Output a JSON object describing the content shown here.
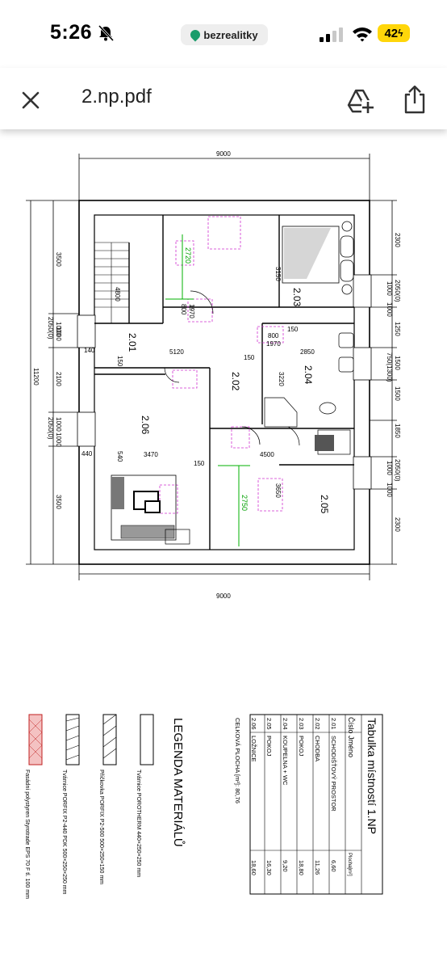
{
  "status": {
    "time": "5:26",
    "site": "bezrealitky",
    "battery": "42"
  },
  "app_bar": {
    "file_name": "2.np.pdf"
  },
  "plan": {
    "dims": {
      "top": "9000",
      "bottom": "9000",
      "left_total": "11200",
      "left": [
        "3500",
        "1000",
        "2050(0)",
        "1000",
        "2100",
        "1000",
        "2050(0)",
        "1000",
        "3500"
      ],
      "right": [
        "2300",
        "1000",
        "2050(0)",
        "1000",
        "1250",
        "1500",
        "750(1300)",
        "1500",
        "1850",
        "1000",
        "2050(0)",
        "1000",
        "2300"
      ]
    },
    "labels": {
      "d3150": "3150",
      "d4800": "4800",
      "d5120": "5120",
      "d2850": "2850",
      "d3220": "3220",
      "d3470": "3470",
      "d4500": "4500",
      "d3650": "3650",
      "d150": "150",
      "d140": "140",
      "d440": "440",
      "d540": "540",
      "d2720": "2720",
      "d2750": "2750",
      "d800": "800",
      "d1970": "1970"
    },
    "rooms": {
      "r201": "2.01",
      "r202": "2.02",
      "r203": "2.03",
      "r204": "2.04",
      "r205": "2.05",
      "r206": "2.06"
    }
  },
  "legend": {
    "title": "LEGENDA MATERIÁLŮ",
    "items": [
      "Tvárnice POROTHERM 440×250×250 mm",
      "Příčkovka PORFIX P2-500 500×250×150 mm",
      "Tvárnice PORFIX P2-440 PDK 500×250×250 mm",
      "Fasádní polystyren Styrotrade EPS 70 F tl. 100 mm"
    ]
  },
  "room_table": {
    "title": "Tabulka místností 1.NP",
    "headers": [
      "Číslo",
      "Jméno",
      "Plocha[m²]"
    ],
    "rows": [
      [
        "2.01",
        "SCHODIŠŤOVÝ PROSTOR",
        "6,60"
      ],
      [
        "2.02",
        "CHODBA",
        "11,26"
      ],
      [
        "2.03",
        "POKOJ",
        "18,80"
      ],
      [
        "2.04",
        "KOUPELNA + WC",
        "9,20"
      ],
      [
        "2.05",
        "POKOJ",
        "16,30"
      ],
      [
        "2.06",
        "LOŽNICE",
        "18,60"
      ]
    ],
    "total": "CELKOVÁ PLOCHA [m²]: 80,76"
  }
}
